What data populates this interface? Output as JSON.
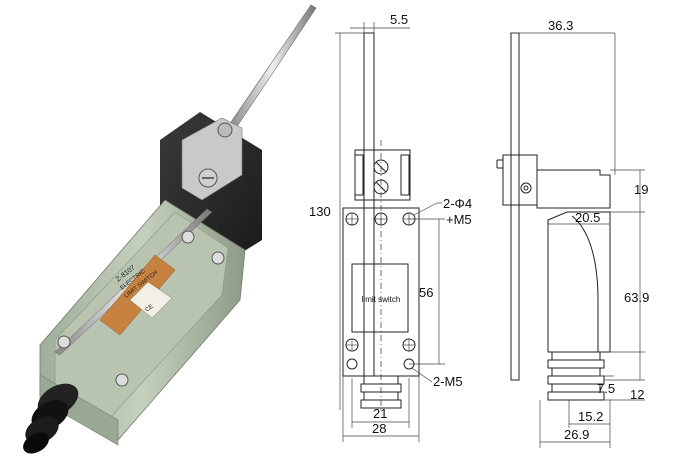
{
  "photo": {
    "label_lines": [
      "Z-8107",
      "ELECTRIC",
      "LIMIT SWITCH",
      "CE"
    ]
  },
  "front_view": {
    "body_text": "limit switch",
    "dimensions": {
      "rod_width": "5.5",
      "overall_height": "130",
      "hole_spacing": "56",
      "inner_width": "21",
      "outer_width": "28",
      "hole_label_1": "2-Φ4",
      "hole_label_2": "+M5",
      "thread_label": "2-M5"
    }
  },
  "side_view": {
    "dimensions": {
      "top_width": "36.3",
      "head_height": "19",
      "offset": "20.5",
      "body_height": "63.9",
      "lower_a": "7.5",
      "lower_b": "12",
      "base_width": "15.2",
      "overall_width": "26.9"
    }
  }
}
